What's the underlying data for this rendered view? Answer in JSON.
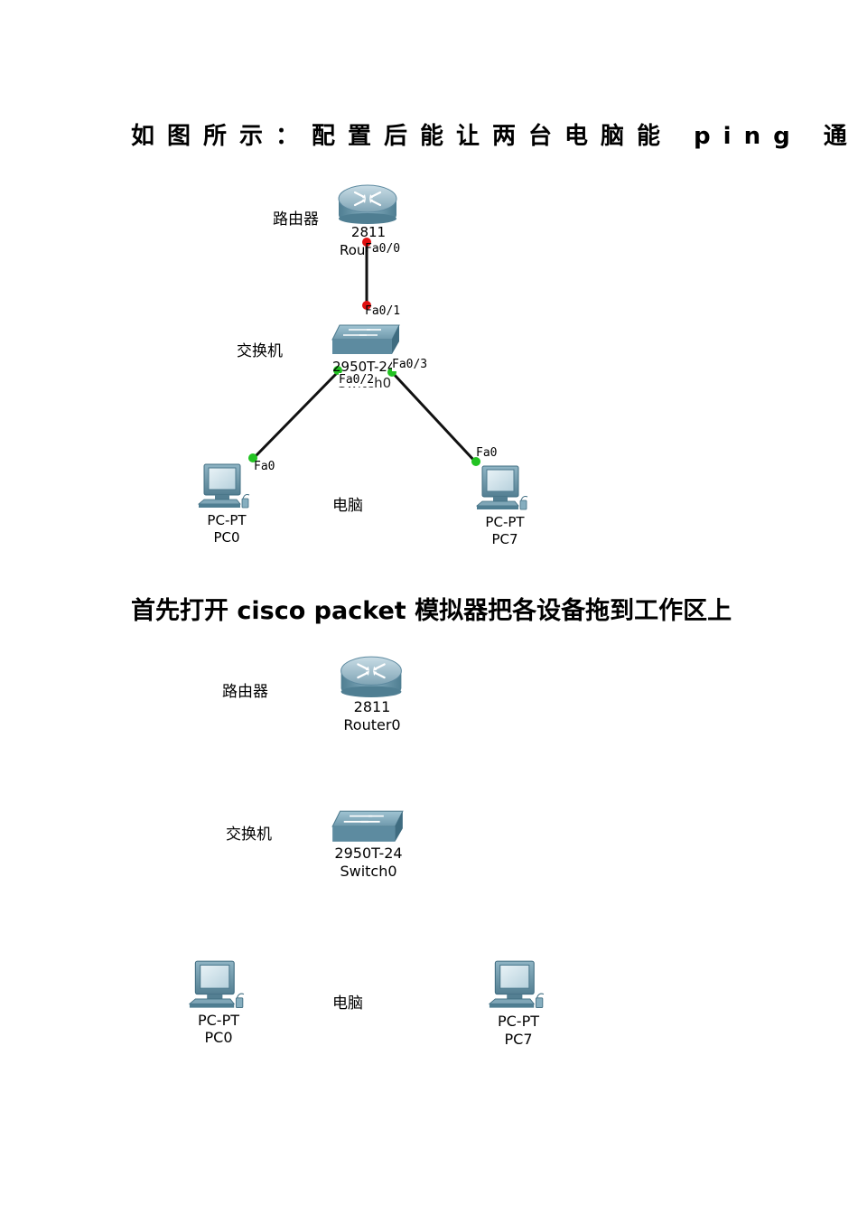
{
  "heading1": "如图所示：配置后能让两台电脑能 ping 通",
  "heading2": "首先打开 cisco packet 模拟器把各设备拖到工作区上",
  "figure1": {
    "label_router": "路由器",
    "label_switch": "交换机",
    "label_pc": "电脑",
    "router": {
      "model": "2811",
      "name": "Router0"
    },
    "switch": {
      "model": "2950T-24",
      "name": "Switch0"
    },
    "pc0": {
      "model": "PC-PT",
      "name": "PC0"
    },
    "pc7": {
      "model": "PC-PT",
      "name": "PC7"
    },
    "ports": {
      "router_fa00": "Fa0/0",
      "switch_fa01": "Fa0/1",
      "switch_fa02": "Fa0/2",
      "switch_fa03": "Fa0/3",
      "pc0_fa0": "Fa0",
      "pc7_fa0": "Fa0"
    },
    "colors": {
      "link": "#111111",
      "port_down": "#e01010",
      "port_up": "#22c322"
    }
  },
  "figure2": {
    "label_router": "路由器",
    "label_switch": "交换机",
    "label_pc": "电脑",
    "router": {
      "model": "2811",
      "name": "Router0"
    },
    "switch": {
      "model": "2950T-24",
      "name": "Switch0"
    },
    "pc0": {
      "model": "PC-PT",
      "name": "PC0"
    },
    "pc7": {
      "model": "PC-PT",
      "name": "PC7"
    }
  }
}
